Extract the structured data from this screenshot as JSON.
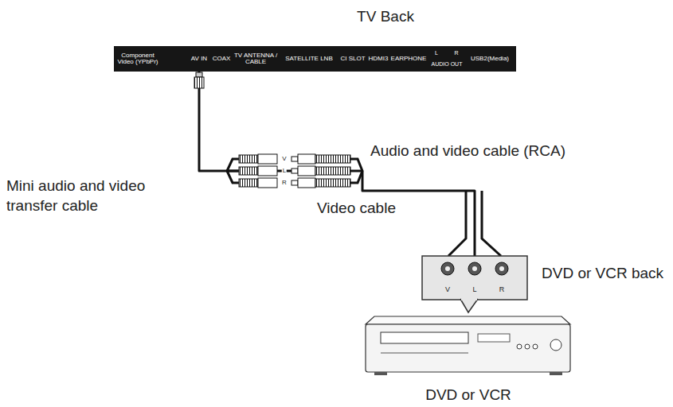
{
  "diagram": {
    "title": "TV Back",
    "nodes": [
      {
        "text": [
          "Component Video (YPbPr)",
          "AV IN",
          "COAX",
          "TV ANTENNA / CABLE",
          "SATELLITE LNB",
          "CI SLOT",
          "HDMI3",
          "EARPHONE",
          "L",
          "R",
          "AUDIO OUT",
          "USB2(Media)"
        ]
      },
      {
        "text": [
          "DVD or VCR back",
          "V",
          "L",
          "R"
        ]
      },
      {
        "text": [
          "DVD or VCR"
        ]
      }
    ],
    "edges": [
      {
        "from": 0,
        "to": 1,
        "arrow": "none"
      }
    ],
    "labels": [
      "Audio and video cable (RCA)",
      "Mini audio and video transfer cable",
      "V",
      "L",
      "R",
      "Video cable"
    ]
  }
}
